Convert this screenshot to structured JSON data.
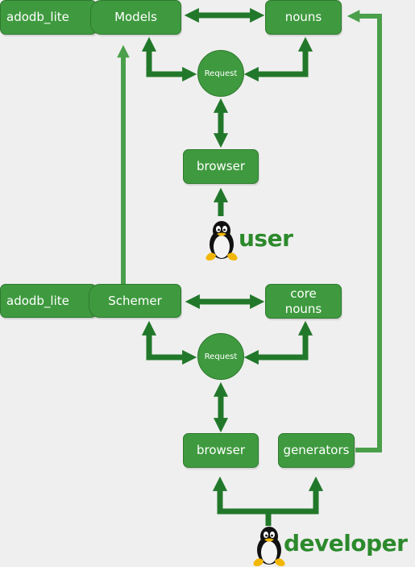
{
  "colors": {
    "arrow_dark": "#22782a",
    "arrow_light": "#4a9f4a",
    "node_fill": "#3f9a3f",
    "label_green": "#2c8a2c"
  },
  "top": {
    "adodb": "adodb_lite",
    "models": "Models",
    "nouns": "nouns",
    "request": "Request",
    "browser": "browser",
    "role": "user"
  },
  "bottom": {
    "adodb": "adodb_lite",
    "schemer": "Schemer",
    "core_nouns_line1": "core",
    "core_nouns_line2": "nouns",
    "request": "Request",
    "browser": "browser",
    "generators": "generators",
    "role": "developer"
  },
  "icons": {
    "user_icon": "tux-penguin-icon",
    "developer_icon": "tux-penguin-icon"
  }
}
